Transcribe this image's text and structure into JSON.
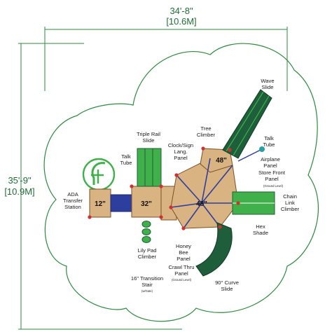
{
  "colors": {
    "boundary": "#2d8a3e",
    "green_dark": "#1f5e3a",
    "green_light": "#3fb04a",
    "deck_tan": "#d9b382",
    "deck_brown": "#9a6a3a",
    "post_blue": "#2d3f9e",
    "cap_red": "#d03030",
    "yellow": "#e2c84a",
    "teal": "#2aa0a0"
  },
  "dimensions": {
    "width_ft": "34'-8\"",
    "width_m": "[10.6M]",
    "depth_ft": "35'-9\"",
    "depth_m": "[10.9M]"
  },
  "deck_heights": {
    "d12": "12\"",
    "d32": "32\"",
    "d48": "48\"",
    "d48b": "48\""
  },
  "labels": {
    "wave_slide": [
      "Wave",
      "Slide"
    ],
    "tree_climber": [
      "Tree",
      "Climber"
    ],
    "talk_tube_right": [
      "Talk",
      "Tube"
    ],
    "airplane_panel": [
      "Airplane",
      "Panel"
    ],
    "store_front_panel": [
      "Store Front",
      "Panel"
    ],
    "store_front_note": "(Ground Level)",
    "chain_link_climber": [
      "Chain",
      "Link",
      "Climber"
    ],
    "hex_shade": [
      "Hex",
      "Shade"
    ],
    "curve_slide": [
      "90° Curve",
      "Slide"
    ],
    "crawl_thru_panel": [
      "Crawl Thru",
      "Panel"
    ],
    "crawl_thru_note": "(Ground Level)",
    "honey_bee_panel": [
      "Honey",
      "Bee",
      "Panel"
    ],
    "transition_stair": [
      "16\" Transition",
      "Stair"
    ],
    "transition_note": "(w/Gate)",
    "lily_pad_climber": [
      "Lily Pad",
      "Climber"
    ],
    "ada_station": [
      "ADA",
      "Transfer",
      "Station"
    ],
    "talk_tube_left": [
      "Talk",
      "Tube"
    ],
    "triple_rail_slide": [
      "Triple Rail",
      "Slide"
    ],
    "clock_sign_panel": [
      "Clock/Sign",
      "Lang.",
      "Panel"
    ]
  }
}
